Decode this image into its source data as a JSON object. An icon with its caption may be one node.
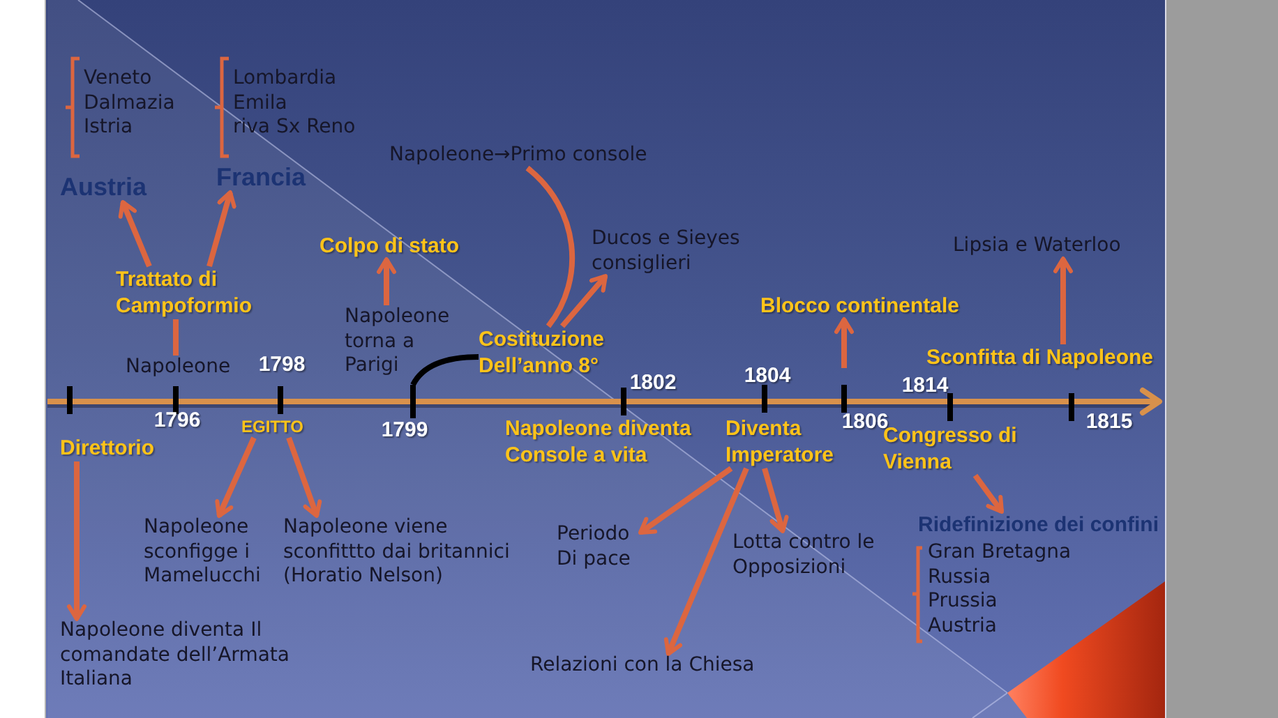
{
  "diagram": {
    "nodes": [
      {
        "text": [
          "Austria"
        ]
      },
      {
        "text": [
          "Francia"
        ]
      },
      {
        "text": [
          "Napoleone→Primo console"
        ]
      },
      {
        "text": [
          "Colpo di stato"
        ]
      },
      {
        "text": [
          "Ducos e Sieyes consiglieri"
        ]
      },
      {
        "text": [
          "Lipsia e Waterloo"
        ]
      },
      {
        "text": [
          "Trattato di Campoformio"
        ]
      },
      {
        "text": [
          "Blocco continentale"
        ]
      },
      {
        "text": [
          "Napoleone torna a Parigi"
        ]
      },
      {
        "text": [
          "Costituzione Dell’anno 8°"
        ]
      },
      {
        "text": [
          "Sconfitta di Napoleone"
        ]
      },
      {
        "text": [
          "Napoleone"
        ]
      },
      {
        "text": [
          "Direttorio"
        ]
      },
      {
        "text": [
          "EGITTO"
        ]
      },
      {
        "text": [
          "Napoleone diventa Console a vita"
        ]
      },
      {
        "text": [
          "Diventa Imperatore"
        ]
      },
      {
        "text": [
          "Congresso di Vienna"
        ]
      },
      {
        "text": [
          "Napoleone sconfigge i Mamelucchi"
        ]
      },
      {
        "text": [
          "Napoleone viene sconfittto dai britannici (Horatio Nelson)"
        ]
      },
      {
        "text": [
          "Periodo Di pace"
        ]
      },
      {
        "text": [
          "Lotta contro le Opposizioni"
        ]
      },
      {
        "text": [
          "Ridefinizione dei confini"
        ]
      },
      {
        "text": [
          "Napoleone diventa Il comandate dell’Armata Italiana"
        ]
      },
      {
        "text": [
          "Relazioni con la Chiesa"
        ]
      },
      {
        "text": [],
        "shape": "bar"
      }
    ],
    "edges": [
      {
        "from": 6,
        "to": 0,
        "arrow": "to"
      },
      {
        "from": 6,
        "to": 1,
        "arrow": "to"
      },
      {
        "from": 6,
        "to": 11,
        "arrow": "none"
      },
      {
        "from": 8,
        "to": 3,
        "arrow": "to"
      },
      {
        "from": 9,
        "to": 2,
        "arrow": "none"
      },
      {
        "from": 9,
        "to": 4,
        "arrow": "to"
      },
      {
        "from": 24,
        "to": 9,
        "arrow": "none",
        "color": "#000000"
      },
      {
        "from": null,
        "to": 7,
        "arrow": "to"
      },
      {
        "from": 10,
        "to": 5,
        "arrow": "to"
      },
      {
        "from": 12,
        "to": 22,
        "arrow": "to"
      },
      {
        "from": 13,
        "to": 17,
        "arrow": "to"
      },
      {
        "from": 13,
        "to": 18,
        "arrow": "to"
      },
      {
        "from": 15,
        "to": 19,
        "arrow": "to"
      },
      {
        "from": 15,
        "to": 23,
        "arrow": "to"
      },
      {
        "from": 15,
        "to": 20,
        "arrow": "to"
      },
      {
        "from": 16,
        "to": 21,
        "arrow": "to"
      }
    ],
    "labels": [
      "Veneto",
      "Dalmazia",
      "Istria",
      "Lombardia",
      "Emila",
      "riva Sx Reno",
      "1796",
      "1798",
      "1799",
      "1802",
      "1804",
      "1806",
      "1814",
      "1815",
      "Gran Bretagna",
      "Russia",
      "Prussia",
      "Austria"
    ]
  }
}
